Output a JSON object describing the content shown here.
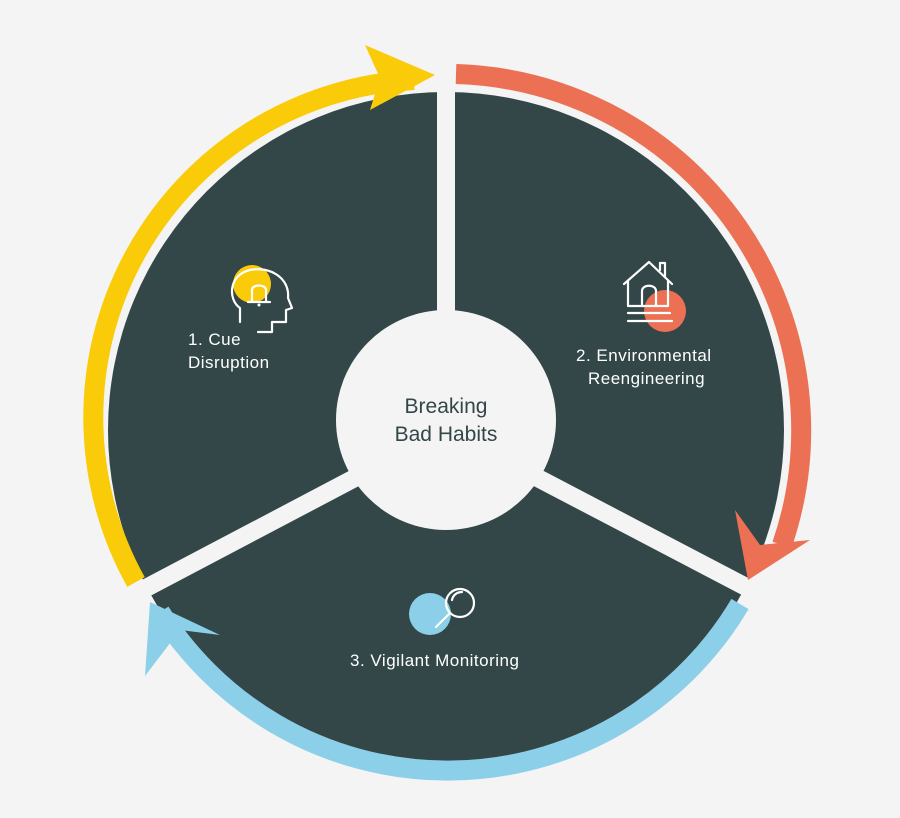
{
  "title": {
    "line1": "Breaking",
    "line2": "Bad Habits"
  },
  "steps": [
    {
      "line1": "1. Cue",
      "line2": "Disruption",
      "icon": "head-bell-icon",
      "color": "#f9cb08"
    },
    {
      "line1": "2. Environmental",
      "line2": "Reengineering",
      "icon": "house-icon",
      "color": "#ec7154"
    },
    {
      "line1": "3. Vigilant Monitoring",
      "icon": "magnifier-icon",
      "color": "#8ccfe8"
    }
  ],
  "colors": {
    "segment": "#334748",
    "background": "#f4f4f4"
  }
}
